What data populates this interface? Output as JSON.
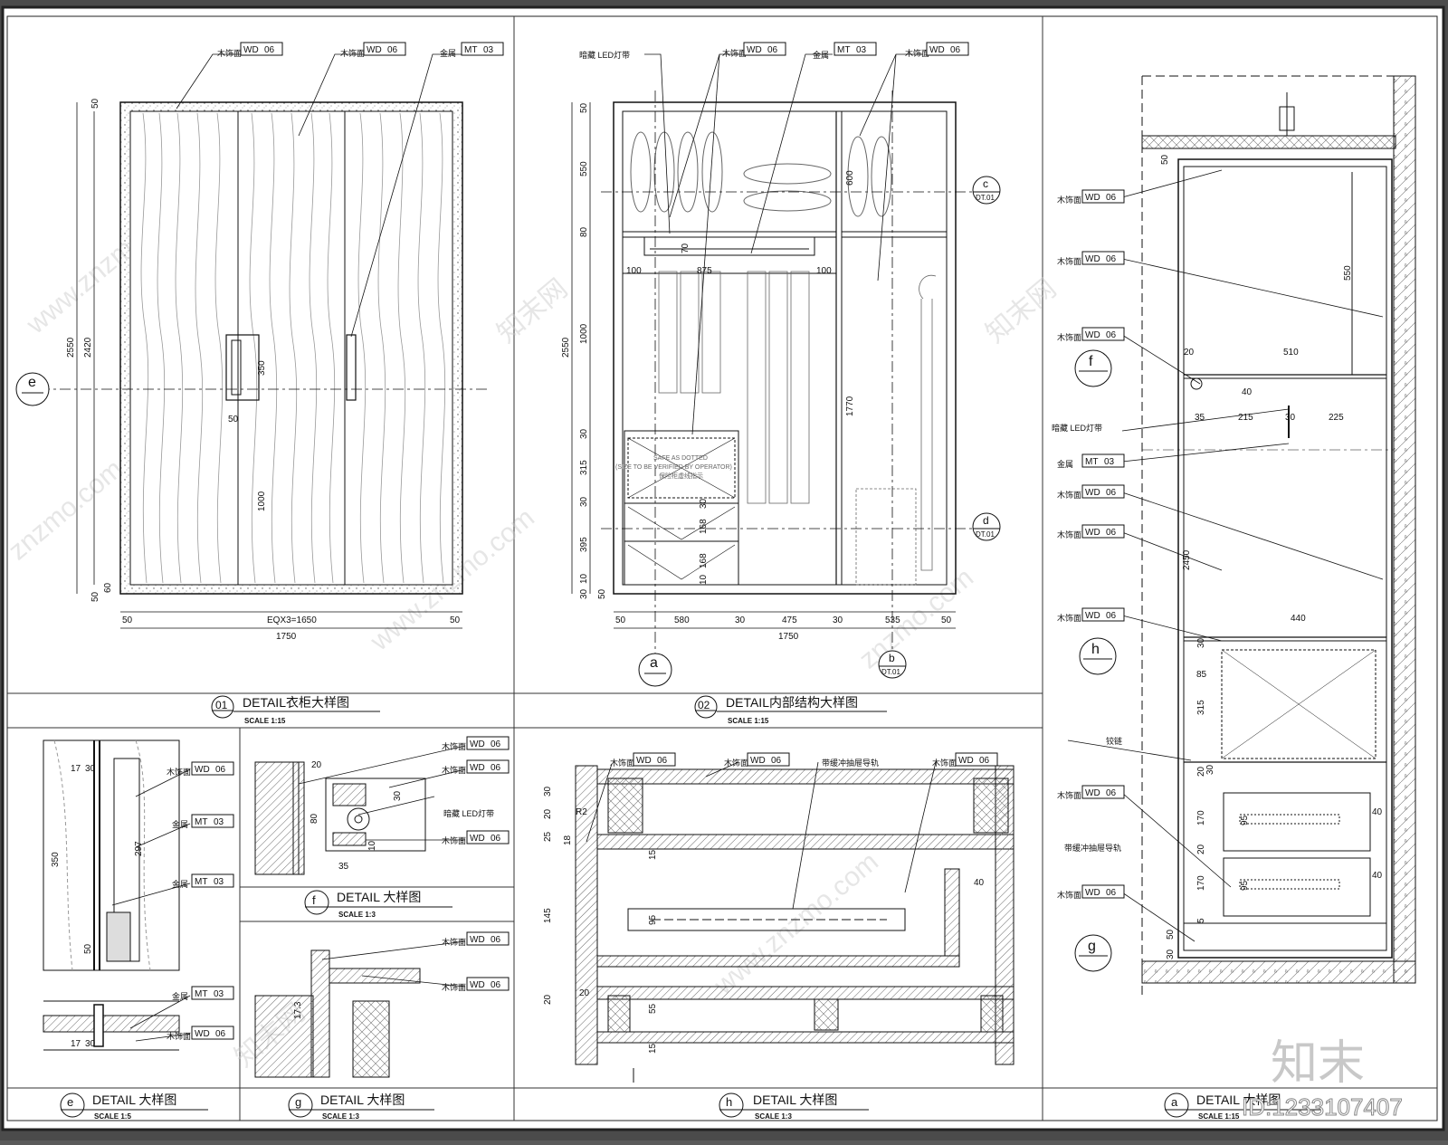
{
  "sheet": {
    "id_stamp": "ID:1233107407",
    "brand_mark": "知末"
  },
  "watermarks": [
    "www.znzmo.com",
    "znzmo.com",
    "知末网",
    "www.znzmo.com",
    "知末网",
    "znzmo.com",
    "www.znzmo.com",
    "知末网"
  ],
  "tags": {
    "wd": "WD",
    "wd_num": "06",
    "mt": "MT",
    "mt_num": "03"
  },
  "materials": {
    "wood": "木饰面",
    "metal": "金属",
    "led": "暗藏 LED灯带",
    "slide": "带缓冲抽屉导轨",
    "hinge": "铰链"
  },
  "views": {
    "v01": {
      "num": "01",
      "title": "DETAIL衣柜大样图",
      "scale": "SCALE 1:15"
    },
    "v02": {
      "num": "02",
      "title": "DETAIL内部结构大样图",
      "scale": "SCALE 1:15"
    },
    "va": {
      "num": "a",
      "title": "DETAIL 大样图",
      "scale": "SCALE 1:15"
    },
    "ve": {
      "num": "e",
      "title": "DETAIL 大样图",
      "scale": "SCALE 1:5"
    },
    "vf": {
      "num": "f",
      "title": "DETAIL 大样图",
      "scale": "SCALE 1:3"
    },
    "vg": {
      "num": "g",
      "title": "DETAIL 大样图",
      "scale": "SCALE 1:3"
    },
    "vh": {
      "num": "h",
      "title": "DETAIL 大样图",
      "scale": "SCALE 1:3"
    }
  },
  "callouts": {
    "e": "e",
    "a": "a",
    "b": "b",
    "c": "c",
    "d": "d",
    "f": "f",
    "g": "g",
    "h": "h",
    "ref": "DT.01"
  },
  "safe_note": {
    "line1": "SAFE AS DOTTED",
    "line2": "(SIZE TO BE VERIFIED BY OPERATOR)",
    "line3": "保险柜虚线指示"
  },
  "dims": {
    "v01": {
      "h_total": "2550",
      "h_inner": "2420",
      "top": "50",
      "bottom": "50",
      "b60": "60",
      "w_total": "1750",
      "w_inner": "EQX3=1650",
      "w_l": "50",
      "w_r": "50",
      "handle_h": "350",
      "handle_w": "50",
      "handle_y": "1000"
    },
    "v02": {
      "h_total": "2550",
      "d50": "50",
      "d550": "550",
      "d80": "80",
      "d1000": "1000",
      "d30a": "30",
      "d315": "315",
      "d30b": "30",
      "d395": "395",
      "d10": "10",
      "d30c": "30",
      "d50b": "50",
      "w_total": "1750",
      "w50": "50",
      "w580": "580",
      "w30a": "30",
      "w475": "475",
      "w30b": "30",
      "w535": "535",
      "w50b": "50",
      "r100a": "100",
      "r875": "875",
      "r100b": "100",
      "d70": "70",
      "d600": "600",
      "d1770": "1770",
      "drw30": "30",
      "drw168a": "168",
      "drw168b": "168",
      "drw10": "10"
    },
    "va": {
      "d50": "50",
      "d550": "550",
      "d20": "20",
      "d510": "510",
      "d40": "40",
      "d35": "35",
      "d215": "215",
      "d30": "30",
      "d225": "225",
      "d2450": "2450",
      "d440": "440",
      "d30b": "30",
      "d85": "85",
      "d315": "315",
      "d20b": "20",
      "d30c": "30",
      "d170a": "170",
      "d95a": "95",
      "d40b": "40",
      "d20c": "20",
      "d170b": "170",
      "d95b": "95",
      "d40c": "40",
      "d5": "5",
      "d50b": "50",
      "d30d": "30"
    },
    "ve": {
      "d17": "17",
      "d30": "30",
      "d297": "297",
      "d350": "350",
      "d50": "50",
      "d17b": "17",
      "d30b": "30"
    },
    "vf": {
      "d20": "20",
      "d30": "30",
      "d80": "80",
      "d35": "35",
      "d10": "10"
    },
    "vg": {
      "d173": "17.3"
    },
    "vh": {
      "d30": "30",
      "d20": "20",
      "d25": "25",
      "d145": "145",
      "d20b": "20",
      "d15a": "15",
      "d95": "95",
      "d40": "40",
      "d55": "55",
      "d15b": "15",
      "d20c": "20",
      "r2": "R2",
      "d18": "18"
    }
  },
  "colors": {
    "frame": "#333333",
    "paper": "#ffffff",
    "line": "#111111",
    "hatch": "#777777"
  }
}
